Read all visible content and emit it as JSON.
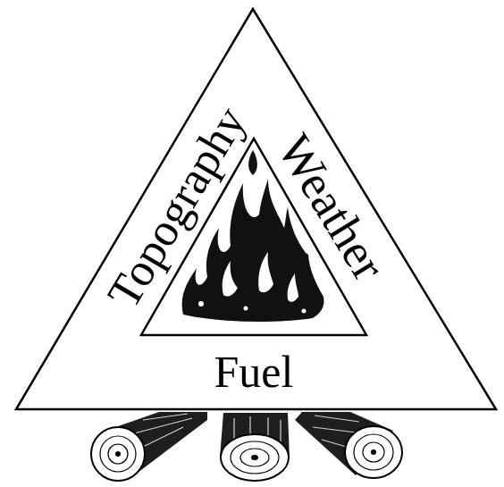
{
  "diagram": {
    "nodes": [
      {
        "text": [
          "Topography",
          "Weather",
          "Fuel"
        ]
      }
    ]
  }
}
